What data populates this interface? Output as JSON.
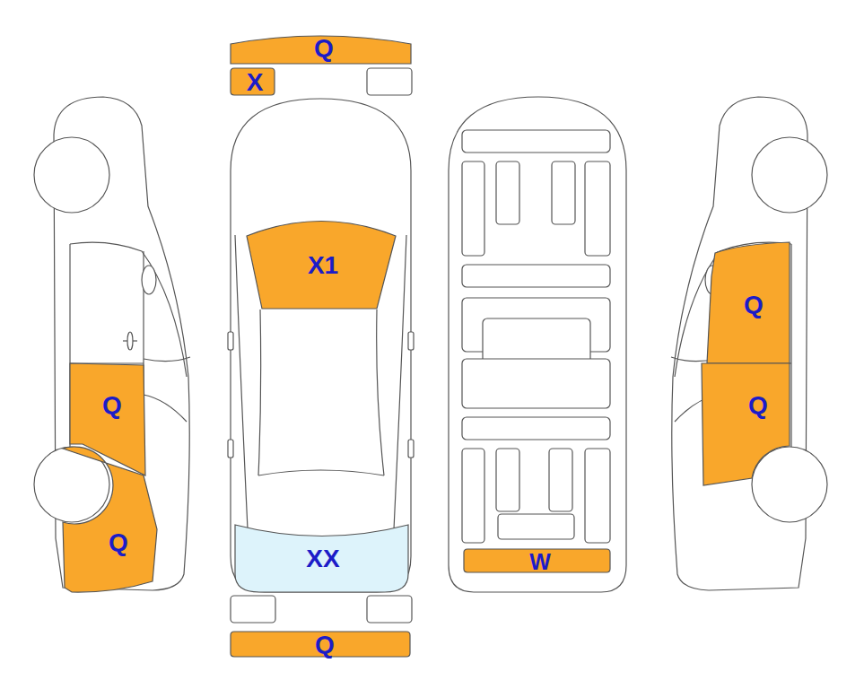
{
  "diagram": {
    "nodes": [
      {
        "text": [
          "Q"
        ]
      },
      {
        "text": [
          "X"
        ]
      },
      {
        "text": [
          "X1"
        ]
      },
      {
        "text": [
          "Q"
        ]
      },
      {
        "text": [
          "Q"
        ]
      },
      {
        "text": [
          "Q"
        ]
      },
      {
        "text": [
          "Q"
        ]
      },
      {
        "text": [
          "XX"
        ]
      },
      {
        "text": [
          "W"
        ]
      },
      {
        "text": [
          "Q"
        ]
      }
    ]
  }
}
